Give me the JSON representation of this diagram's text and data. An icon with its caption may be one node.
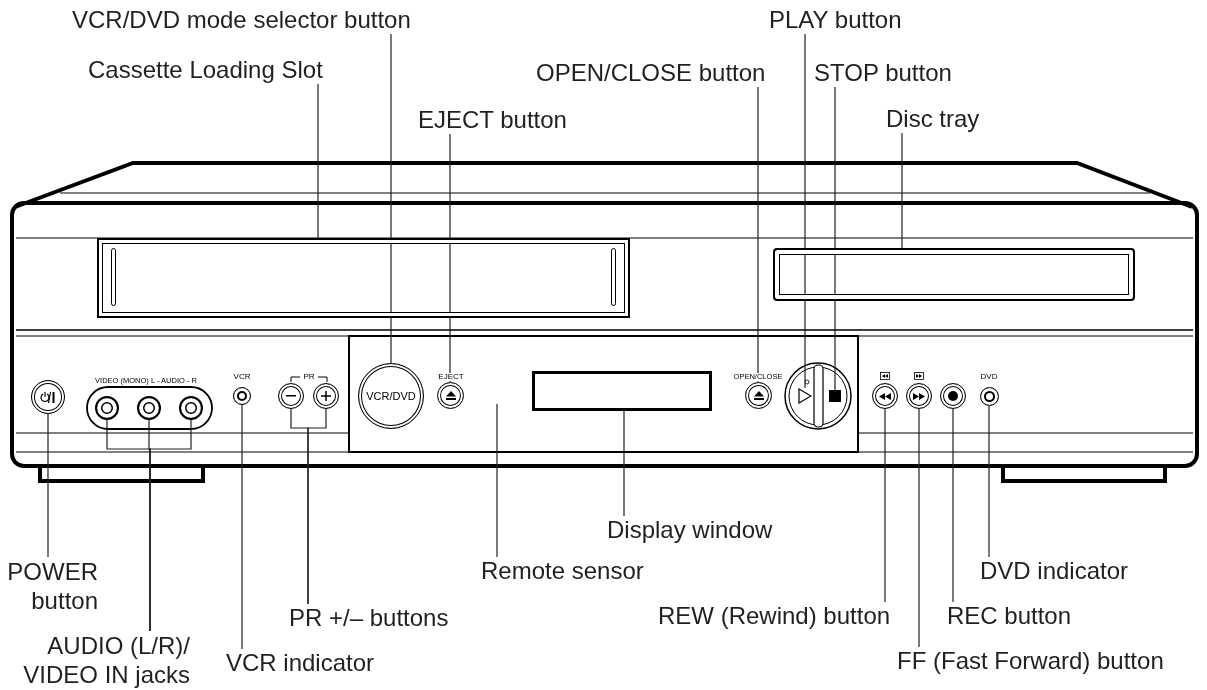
{
  "diagram": {
    "nodes": [
      {
        "text": [
          "VCR/DVD mode selector button"
        ]
      },
      {
        "text": [
          "Cassette Loading Slot"
        ]
      },
      {
        "text": [
          "EJECT button"
        ]
      },
      {
        "text": [
          "PLAY button"
        ]
      },
      {
        "text": [
          "OPEN/CLOSE button"
        ]
      },
      {
        "text": [
          "STOP button"
        ]
      },
      {
        "text": [
          "Disc tray"
        ]
      },
      {
        "text": [
          "POWER button"
        ]
      },
      {
        "text": [
          "AUDIO (L/R)/ VIDEO IN jacks"
        ]
      },
      {
        "text": [
          "VCR indicator"
        ]
      },
      {
        "text": [
          "PR +/– buttons"
        ]
      },
      {
        "text": [
          "Remote sensor"
        ]
      },
      {
        "text": [
          "Display window"
        ]
      },
      {
        "text": [
          "DVD indicator"
        ]
      },
      {
        "text": [
          "REW (Rewind) button"
        ]
      },
      {
        "text": [
          "REC button"
        ]
      },
      {
        "text": [
          "FF (Fast Forward) button"
        ]
      },
      {
        "text": [
          "VCR/DVD"
        ]
      },
      {
        "text": [],
        "shape": "box"
      },
      {
        "text": [],
        "shape": "circle"
      },
      {
        "text": [],
        "shape": "circle"
      },
      {
        "text": [],
        "shape": "triangle"
      },
      {
        "text": [],
        "shape": "box"
      },
      {
        "text": [],
        "shape": "box"
      },
      {
        "text": [],
        "shape": "circle"
      },
      {
        "text": [],
        "shape": "circle"
      },
      {
        "text": [],
        "shape": "circle"
      },
      {
        "text": [],
        "shape": "circle"
      },
      {
        "text": [],
        "shape": "circle"
      },
      {
        "text": [],
        "shape": "circle"
      },
      {
        "text": [],
        "shape": "circle"
      },
      {
        "text": [],
        "shape": "box"
      },
      {
        "text": [],
        "shape": "circle"
      },
      {
        "text": [],
        "shape": "circle"
      },
      {
        "text": [],
        "shape": "circle"
      },
      {
        "text": [],
        "shape": "circle"
      }
    ],
    "edges": [
      {
        "from": 0,
        "to": 17,
        "arrow": "none"
      },
      {
        "from": 1,
        "to": 18,
        "arrow": "none"
      },
      {
        "from": 2,
        "to": 19,
        "arrow": "none"
      },
      {
        "from": 3,
        "to": 21,
        "arrow": "none"
      },
      {
        "from": 4,
        "to": 20,
        "arrow": "none"
      },
      {
        "from": 5,
        "to": 22,
        "arrow": "none"
      },
      {
        "from": 6,
        "to": 23,
        "arrow": "none"
      },
      {
        "from": 7,
        "to": 24,
        "arrow": "none"
      },
      {
        "from": 8,
        "to": 25,
        "arrow": "none"
      },
      {
        "from": 8,
        "to": 26,
        "arrow": "none"
      },
      {
        "from": 8,
        "to": 27,
        "arrow": "none"
      },
      {
        "from": 9,
        "to": 28,
        "arrow": "none"
      },
      {
        "from": 10,
        "to": 29,
        "arrow": "none"
      },
      {
        "from": 10,
        "to": 30,
        "arrow": "none"
      },
      {
        "from": 11,
        "to": null,
        "arrow": "none"
      },
      {
        "from": 12,
        "to": 31,
        "arrow": "none"
      },
      {
        "from": 13,
        "to": 35,
        "arrow": "none"
      },
      {
        "from": 14,
        "to": 32,
        "arrow": "none"
      },
      {
        "from": 15,
        "to": 34,
        "arrow": "none"
      },
      {
        "from": 16,
        "to": 33,
        "arrow": "none"
      }
    ],
    "labels": [
      "VIDEO (MONO) L - AUDIO - R",
      "VCR",
      "PR",
      "EJECT",
      "OPEN/CLOSE",
      "DVD"
    ]
  }
}
